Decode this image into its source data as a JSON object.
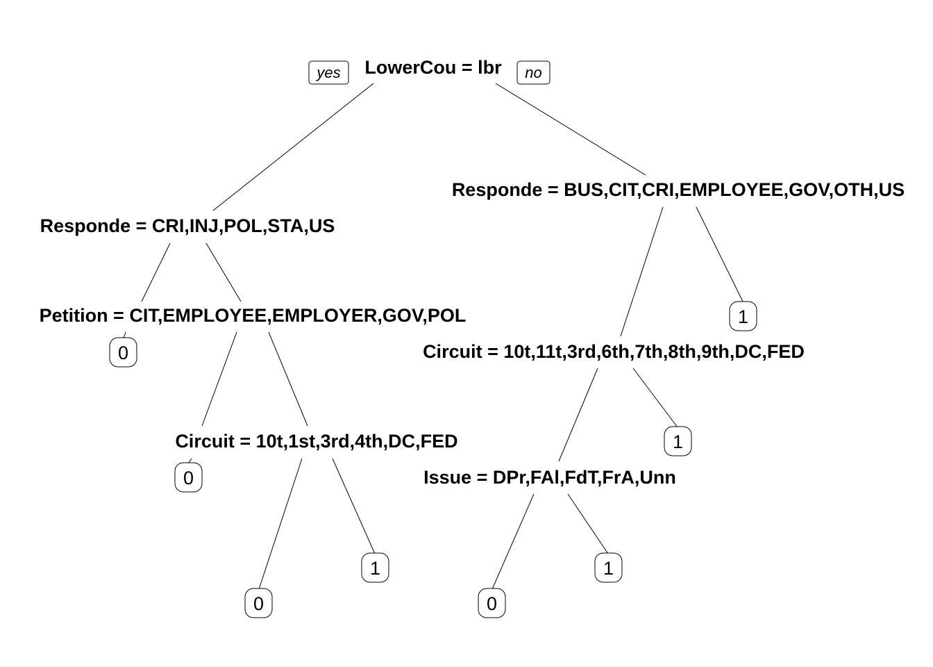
{
  "branch_labels": {
    "yes": "yes",
    "no": "no"
  },
  "splits": {
    "root": "LowerCou = lbr",
    "n2": "Responde = CRI,INJ,POL,STA,US",
    "n3": "Responde = BUS,CIT,CRI,EMPLOYEE,GOV,OTH,US",
    "n5": "Petition = CIT,EMPLOYEE,EMPLOYER,GOV,POL",
    "n6": "Circuit = 10t,11t,3rd,6th,7th,8th,9th,DC,FED",
    "n11": "Circuit = 10t,1st,3rd,4th,DC,FED",
    "n12": "Issue = DPr,FAl,FdT,FrA,Unn"
  },
  "leaves": {
    "l4": "0",
    "l7": "1",
    "l10": "0",
    "l13": "1",
    "l22": "0",
    "l23": "1",
    "l24": "0",
    "l25": "1"
  }
}
